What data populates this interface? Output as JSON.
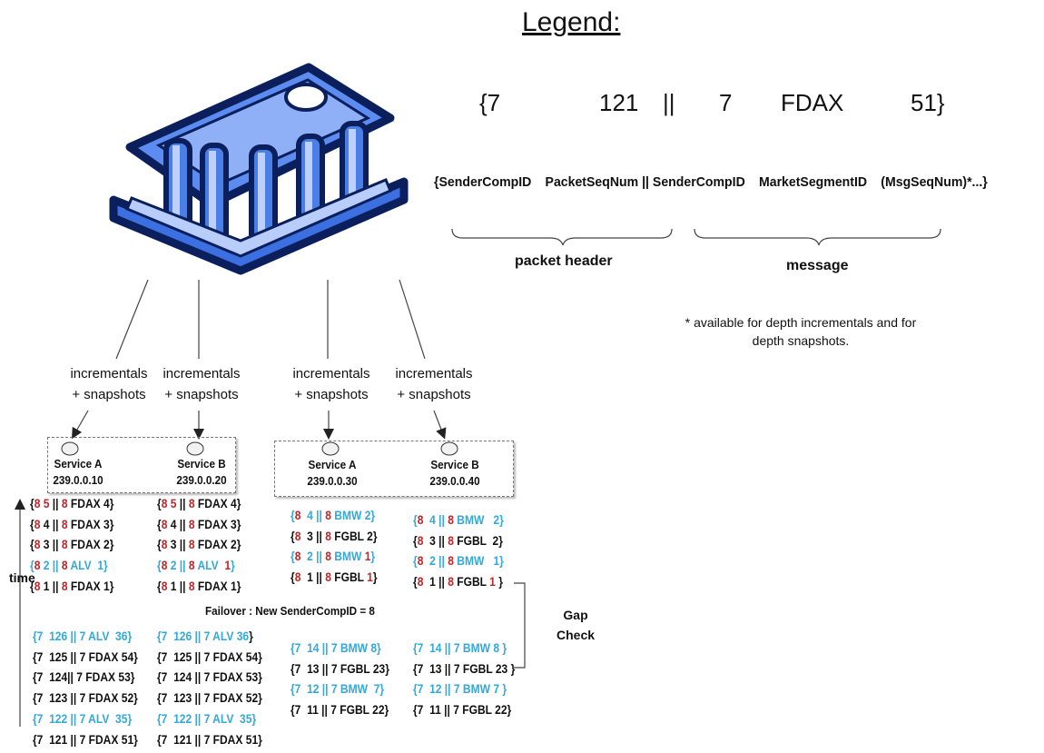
{
  "legend": {
    "title": "Legend:",
    "example": {
      "open": "{7",
      "seq": "121",
      "sep": "||",
      "sender": "7",
      "segment": "FDAX",
      "close": "51}"
    },
    "fields": [
      "{SenderCompID",
      "PacketSeqNum || SenderCompID",
      "MarketSegmentID",
      "(MsgSeqNum)*...}"
    ],
    "packet_header": "packet header",
    "message": "message",
    "note_line1": "* available for depth incrementals and for",
    "note_line2": "depth snapshots."
  },
  "feeds": [
    {
      "line1": "incrementals",
      "line2": "+ snapshots"
    },
    {
      "line1": "incrementals",
      "line2": "+ snapshots"
    },
    {
      "line1": "incrementals",
      "line2": "+ snapshots"
    },
    {
      "line1": "incrementals",
      "line2": "+ snapshots"
    }
  ],
  "services": [
    {
      "name": "Service A",
      "ip": "239.0.0.10"
    },
    {
      "name": "Service B",
      "ip": "239.0.0.20"
    },
    {
      "name": "Service A",
      "ip": "239.0.0.30"
    },
    {
      "name": "Service B",
      "ip": "239.0.0.40"
    }
  ],
  "time_label": "time",
  "failover": "Failover : New SenderCompID = 8",
  "gap_check_1": "Gap",
  "gap_check_2": "Check",
  "colors": {
    "building": "#4a7fe8",
    "building_outline": "#0a1f5c",
    "red": "#c0262a",
    "cyan": "#33a9d8"
  },
  "columns": {
    "c1_top": [
      [
        [
          "k",
          "{"
        ],
        [
          "r",
          "8"
        ],
        [
          "k",
          " "
        ],
        [
          "r",
          "5"
        ],
        [
          "k",
          " || "
        ],
        [
          "r",
          "8"
        ],
        [
          "k",
          " FDAX 4}"
        ]
      ],
      [
        [
          "k",
          "{"
        ],
        [
          "r",
          "8"
        ],
        [
          "k",
          " 4 || "
        ],
        [
          "r",
          "8"
        ],
        [
          "k",
          " FDAX 3}"
        ]
      ],
      [
        [
          "k",
          "{"
        ],
        [
          "r",
          "8"
        ],
        [
          "k",
          " 3 || "
        ],
        [
          "r",
          "8"
        ],
        [
          "k",
          " FDAX 2}"
        ]
      ],
      [
        [
          "c",
          "{"
        ],
        [
          "r",
          "8"
        ],
        [
          "c",
          " 2 || "
        ],
        [
          "r",
          "8"
        ],
        [
          "c",
          " ALV  1}"
        ]
      ],
      [
        [
          "k",
          "{"
        ],
        [
          "r",
          "8"
        ],
        [
          "k",
          " 1 || "
        ],
        [
          "r",
          "8"
        ],
        [
          "k",
          " FDAX 1}"
        ]
      ]
    ],
    "c2_top": [
      [
        [
          "k",
          "{"
        ],
        [
          "r",
          "8"
        ],
        [
          "k",
          " "
        ],
        [
          "r",
          "5"
        ],
        [
          "k",
          " || "
        ],
        [
          "r",
          "8"
        ],
        [
          "k",
          " FDAX 4}"
        ]
      ],
      [
        [
          "k",
          "{"
        ],
        [
          "r",
          "8"
        ],
        [
          "k",
          " 4 || "
        ],
        [
          "r",
          "8"
        ],
        [
          "k",
          " FDAX 3}"
        ]
      ],
      [
        [
          "k",
          "{"
        ],
        [
          "r",
          "8"
        ],
        [
          "k",
          " 3 || "
        ],
        [
          "r",
          "8"
        ],
        [
          "k",
          " FDAX 2}"
        ]
      ],
      [
        [
          "c",
          "{"
        ],
        [
          "r",
          "8"
        ],
        [
          "c",
          " 2 || "
        ],
        [
          "r",
          "8"
        ],
        [
          "c",
          " ALV  "
        ],
        [
          "r",
          "1"
        ],
        [
          "c",
          "}"
        ]
      ],
      [
        [
          "k",
          "{"
        ],
        [
          "r",
          "8"
        ],
        [
          "k",
          " 1 || "
        ],
        [
          "r",
          "8"
        ],
        [
          "k",
          " FDAX 1}"
        ]
      ]
    ],
    "c3_top": [
      [
        [
          "c",
          "{"
        ],
        [
          "r",
          "8"
        ],
        [
          "c",
          "  4 || "
        ],
        [
          "r",
          "8"
        ],
        [
          "c",
          " BMW 2}"
        ]
      ],
      [
        [
          "k",
          "{"
        ],
        [
          "r",
          "8"
        ],
        [
          "k",
          "  3 || "
        ],
        [
          "r",
          "8"
        ],
        [
          "k",
          " FGBL 2}"
        ]
      ],
      [
        [
          "c",
          "{"
        ],
        [
          "r",
          "8"
        ],
        [
          "c",
          "  2 || "
        ],
        [
          "r",
          "8"
        ],
        [
          "c",
          " BMW "
        ],
        [
          "r",
          "1"
        ],
        [
          "c",
          "}"
        ]
      ],
      [
        [
          "k",
          "{"
        ],
        [
          "r",
          "8"
        ],
        [
          "k",
          "  1 || "
        ],
        [
          "r",
          "8"
        ],
        [
          "k",
          " FGBL "
        ],
        [
          "r",
          "1"
        ],
        [
          "k",
          "}"
        ]
      ]
    ],
    "c4_top": [
      [
        [
          "c",
          "{"
        ],
        [
          "r",
          "8"
        ],
        [
          "c",
          "  4 || "
        ],
        [
          "r",
          "8"
        ],
        [
          "c",
          " BMW   2}"
        ]
      ],
      [
        [
          "k",
          "{"
        ],
        [
          "r",
          "8"
        ],
        [
          "k",
          "  3 || "
        ],
        [
          "r",
          "8"
        ],
        [
          "k",
          " FGBL  2}"
        ]
      ],
      [
        [
          "c",
          "{"
        ],
        [
          "r",
          "8"
        ],
        [
          "c",
          "  2 || "
        ],
        [
          "r",
          "8"
        ],
        [
          "c",
          " BMW   1}"
        ]
      ],
      [
        [
          "k",
          "{"
        ],
        [
          "r",
          "8"
        ],
        [
          "k",
          "  1 || "
        ],
        [
          "r",
          "8"
        ],
        [
          "k",
          " FGBL "
        ],
        [
          "r",
          "1"
        ],
        [
          "k",
          " }"
        ]
      ]
    ],
    "c1_bot": [
      [
        [
          "c",
          "{7  126 || 7 ALV  36}"
        ]
      ],
      [
        [
          "k",
          "{7  125 || 7 FDAX 54}"
        ]
      ],
      [
        [
          "k",
          "{7  124|| 7 FDAX 53}"
        ]
      ],
      [
        [
          "k",
          "{7  123 || 7 FDAX 52}"
        ]
      ],
      [
        [
          "c",
          "{7  122 || 7 ALV  35}"
        ]
      ],
      [
        [
          "k",
          "{7  121 || 7 FDAX 51}"
        ]
      ]
    ],
    "c2_bot": [
      [
        [
          "c",
          "{7  126 || 7 ALV 36"
        ],
        [
          "k",
          "}"
        ]
      ],
      [
        [
          "k",
          "{7  125 || 7 FDAX 54}"
        ]
      ],
      [
        [
          "k",
          "{7  124 || 7 FDAX 53}"
        ]
      ],
      [
        [
          "k",
          "{7  123 || 7 FDAX 52}"
        ]
      ],
      [
        [
          "c",
          "{7  122 || 7 ALV  35}"
        ]
      ],
      [
        [
          "k",
          "{7  121 || 7 FDAX 51}"
        ]
      ]
    ],
    "c3_bot": [
      [
        [
          "c",
          "{7  14 || 7 BMW 8}"
        ]
      ],
      [
        [
          "k",
          "{7  13 || 7 FGBL 23}"
        ]
      ],
      [
        [
          "c",
          "{7  12 || 7 BMW  7}"
        ]
      ],
      [
        [
          "k",
          "{7  11 || 7 FGBL 22}"
        ]
      ]
    ],
    "c4_bot": [
      [
        [
          "c",
          "{7  14 || 7 BMW 8 }"
        ]
      ],
      [
        [
          "k",
          "{7  13 || 7 FGBL 23 }"
        ]
      ],
      [
        [
          "c",
          "{7  12 || 7 BMW 7 }"
        ]
      ],
      [
        [
          "k",
          "{7  11 || 7 FGBL 22}"
        ]
      ]
    ]
  }
}
